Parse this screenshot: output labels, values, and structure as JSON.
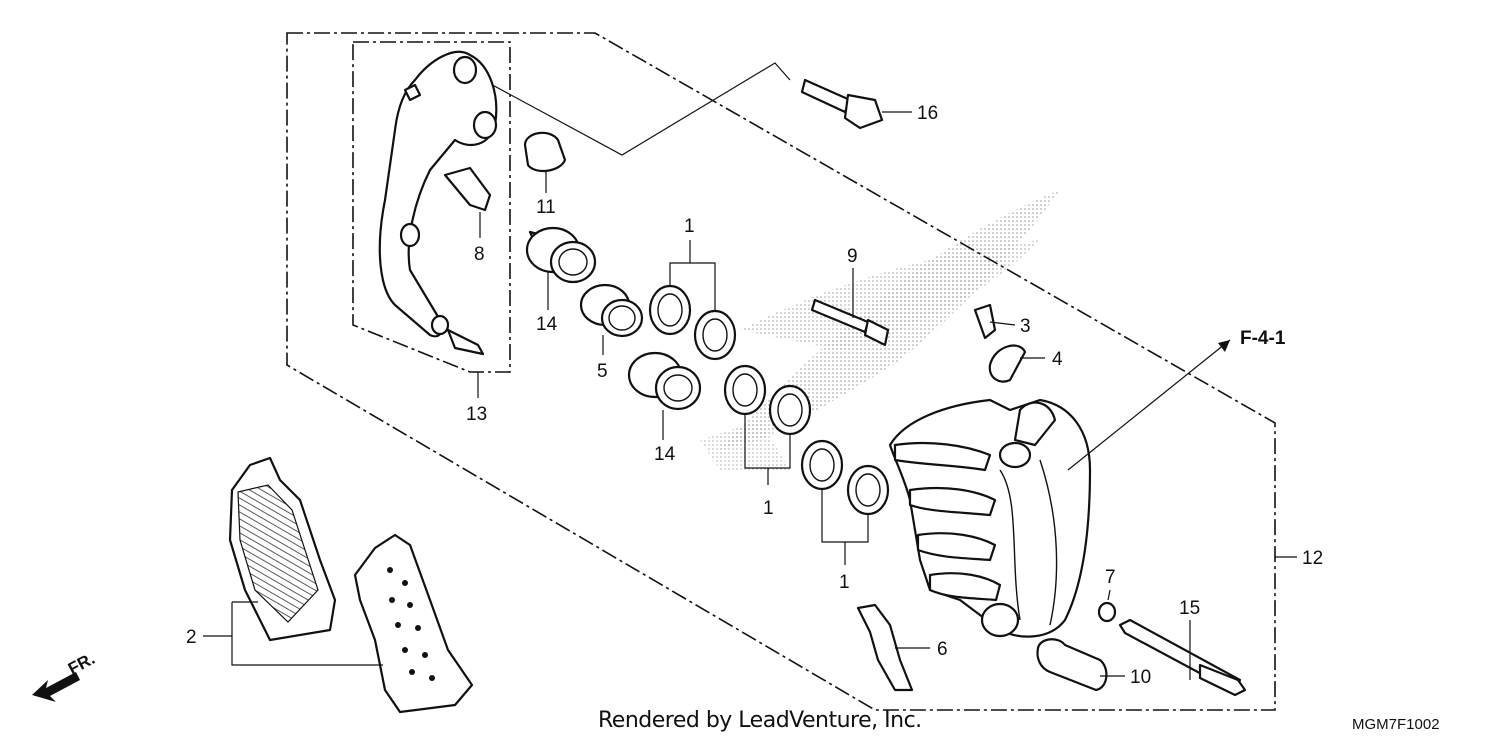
{
  "labels": {
    "l1a": "1",
    "l1b": "1",
    "l1c": "1",
    "l2": "2",
    "l3": "3",
    "l4": "4",
    "l5": "5",
    "l6": "6",
    "l7": "7",
    "l8": "8",
    "l9": "9",
    "l10": "10",
    "l11": "11",
    "l12": "12",
    "l13": "13",
    "l14a": "14",
    "l14b": "14",
    "l15": "15",
    "l16": "16"
  },
  "reference": "F-4-1",
  "direction": "FR.",
  "credit": "Rendered by LeadVenture, Inc.",
  "diagram_code": "MGM7F1002"
}
